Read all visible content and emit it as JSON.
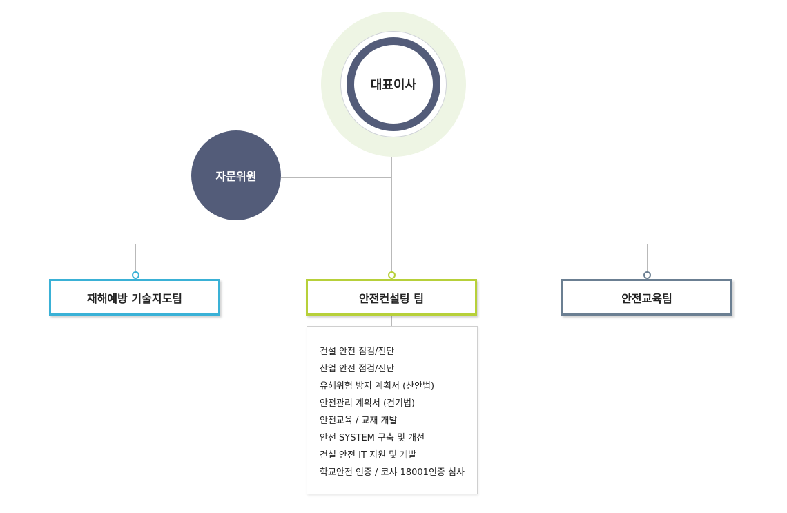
{
  "ceo": {
    "label": "대표이사"
  },
  "advisor": {
    "label": "자문위원"
  },
  "teams": [
    {
      "label": "재해예방 기술지도팀",
      "color": "#3ab1d6"
    },
    {
      "label": "안전컨설팅 팀",
      "color": "#b7d03a"
    },
    {
      "label": "안전교육팀",
      "color": "#6b7f92"
    }
  ],
  "colors": {
    "ceo_ring": "#535c79",
    "ceo_halo": "#eef5e4",
    "advisor_fill": "#535c79",
    "connector": "#b9b9b9"
  },
  "consulting_duties": [
    "건설 안전 점검/진단",
    "산업 안전 점검/진단",
    "유해위험 방지 계획서 (산안법)",
    "안전관리 계획서 (건기법)",
    "안전교육 / 교재 개발",
    "안전 SYSTEM 구축 및 개선",
    "건설 안전 IT 지원 및 개발",
    "학교안전 인증 / 코샤 18001인증 심사"
  ]
}
